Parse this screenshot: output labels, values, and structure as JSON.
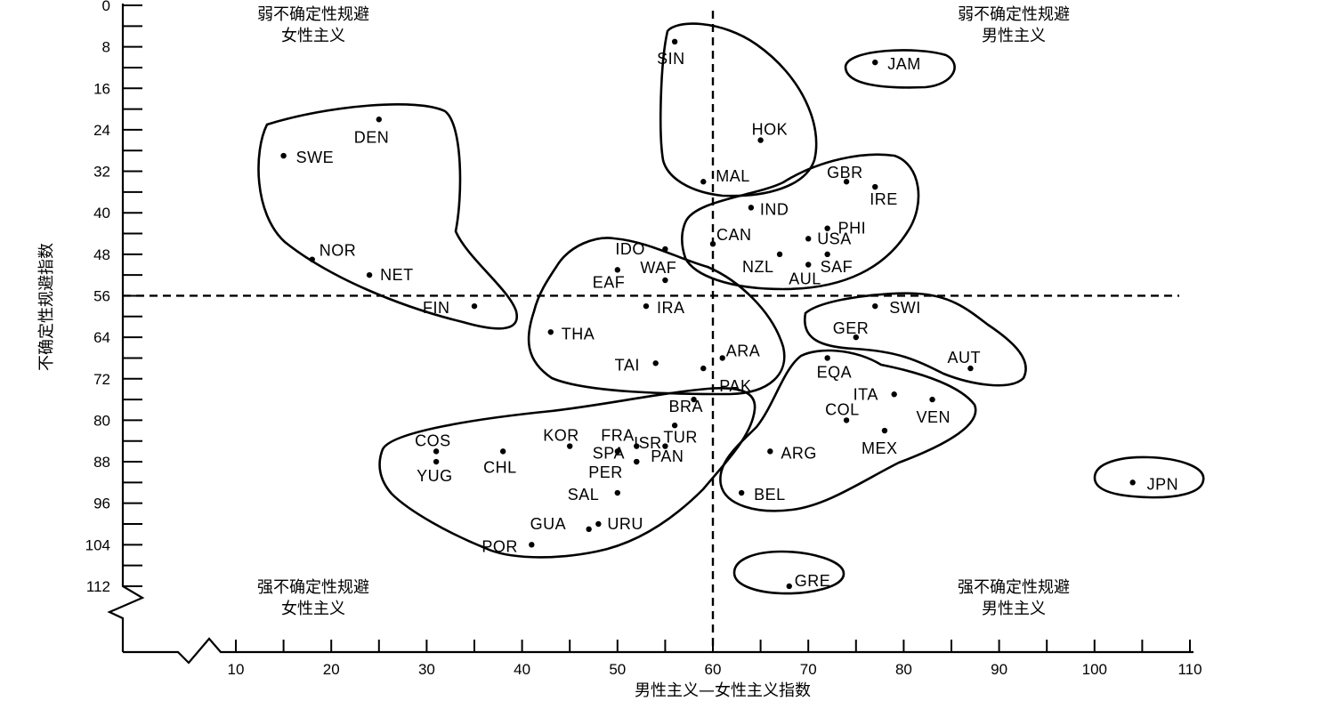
{
  "chart_data": {
    "type": "scatter",
    "title": "",
    "xlabel": "男性主义—女性主义指数",
    "ylabel": "不确定性规避指数",
    "xlim": [
      0,
      110
    ],
    "ylim": [
      0,
      112
    ],
    "y_inverted": true,
    "x_ticks": [
      10,
      20,
      30,
      40,
      50,
      60,
      70,
      80,
      90,
      100,
      110
    ],
    "y_ticks": [
      0,
      8,
      16,
      24,
      32,
      40,
      48,
      56,
      64,
      72,
      80,
      88,
      96,
      104,
      112
    ],
    "divider_x": 60,
    "divider_y": 56,
    "quadrants": {
      "top_left": [
        "弱不确定性规避",
        "女性主义"
      ],
      "top_right": [
        "弱不确定性规避",
        "男性主义"
      ],
      "bottom_left": [
        "强不确定性规避",
        "女性主义"
      ],
      "bottom_right": [
        "强不确定性规避",
        "男性主义"
      ]
    },
    "points": [
      {
        "label": "SIN",
        "x": 56,
        "y": 7
      },
      {
        "label": "JAM",
        "x": 77,
        "y": 11
      },
      {
        "label": "DEN",
        "x": 25,
        "y": 22
      },
      {
        "label": "SWE",
        "x": 15,
        "y": 29
      },
      {
        "label": "HOK",
        "x": 65,
        "y": 26
      },
      {
        "label": "MAL",
        "x": 59,
        "y": 34
      },
      {
        "label": "GBR",
        "x": 74,
        "y": 34
      },
      {
        "label": "IRE",
        "x": 77,
        "y": 35
      },
      {
        "label": "IND",
        "x": 64,
        "y": 39
      },
      {
        "label": "PHI",
        "x": 72,
        "y": 43
      },
      {
        "label": "CAN",
        "x": 60,
        "y": 46
      },
      {
        "label": "USA",
        "x": 70,
        "y": 45
      },
      {
        "label": "NOR",
        "x": 18,
        "y": 49
      },
      {
        "label": "NZL",
        "x": 67,
        "y": 48
      },
      {
        "label": "SAF",
        "x": 72,
        "y": 48
      },
      {
        "label": "AUL",
        "x": 70,
        "y": 50
      },
      {
        "label": "IDO",
        "x": 55,
        "y": 47
      },
      {
        "label": "EAF",
        "x": 50,
        "y": 51
      },
      {
        "label": "WAF",
        "x": 55,
        "y": 53
      },
      {
        "label": "NET",
        "x": 24,
        "y": 52
      },
      {
        "label": "FIN",
        "x": 35,
        "y": 58
      },
      {
        "label": "IRA",
        "x": 53,
        "y": 58
      },
      {
        "label": "SWI",
        "x": 77,
        "y": 58
      },
      {
        "label": "THA",
        "x": 43,
        "y": 63
      },
      {
        "label": "GER",
        "x": 75,
        "y": 64
      },
      {
        "label": "ARA",
        "x": 61,
        "y": 68
      },
      {
        "label": "PAK",
        "x": 59,
        "y": 70
      },
      {
        "label": "TAI",
        "x": 54,
        "y": 69
      },
      {
        "label": "EQA",
        "x": 72,
        "y": 68
      },
      {
        "label": "AUT",
        "x": 87,
        "y": 70
      },
      {
        "label": "ITA",
        "x": 79,
        "y": 75
      },
      {
        "label": "VEN",
        "x": 83,
        "y": 76
      },
      {
        "label": "BRA",
        "x": 58,
        "y": 76
      },
      {
        "label": "COL",
        "x": 74,
        "y": 80
      },
      {
        "label": "ISR",
        "x": 56,
        "y": 81
      },
      {
        "label": "MEX",
        "x": 78,
        "y": 82
      },
      {
        "label": "COS",
        "x": 31,
        "y": 86
      },
      {
        "label": "CHL",
        "x": 38,
        "y": 86
      },
      {
        "label": "KOR",
        "x": 45,
        "y": 85
      },
      {
        "label": "FRA",
        "x": 52,
        "y": 85
      },
      {
        "label": "TUR",
        "x": 55,
        "y": 85
      },
      {
        "label": "ARG",
        "x": 66,
        "y": 86
      },
      {
        "label": "SPA",
        "x": 50,
        "y": 86
      },
      {
        "label": "PAN",
        "x": 52,
        "y": 88
      },
      {
        "label": "YUG",
        "x": 31,
        "y": 88
      },
      {
        "label": "PER",
        "x": 52,
        "y": 88
      },
      {
        "label": "SAL",
        "x": 50,
        "y": 94
      },
      {
        "label": "BEL",
        "x": 63,
        "y": 94
      },
      {
        "label": "JPN",
        "x": 104,
        "y": 92
      },
      {
        "label": "URU",
        "x": 48,
        "y": 100
      },
      {
        "label": "GUA",
        "x": 47,
        "y": 101
      },
      {
        "label": "POR",
        "x": 41,
        "y": 104
      },
      {
        "label": "GRE",
        "x": 68,
        "y": 112
      }
    ]
  }
}
